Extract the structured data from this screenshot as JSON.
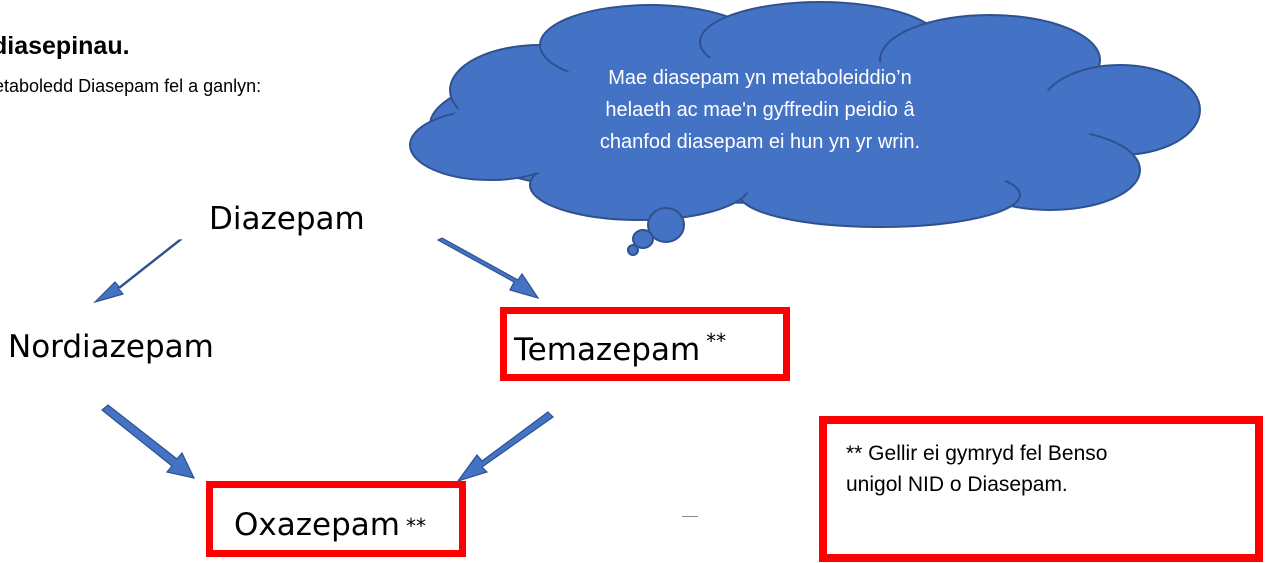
{
  "heading": "diasepinau.",
  "subtext": "etaboledd Diasepam fel a ganlyn:",
  "callout": {
    "lines": [
      "Mae diasepam yn metaboleiddio’n",
      "helaeth ac mae'n gyffredin peidio â",
      "chanfod diasepam ei hun yn yr wrin."
    ]
  },
  "nodes": {
    "diazepam": "Diazepam",
    "nordiazepam": "Nordiazepam",
    "temazepam": "Temazepam",
    "temazepam_mark": "**",
    "oxazepam": "Oxazepam",
    "oxazepam_mark": "**"
  },
  "note": {
    "lines": [
      "** Gellir ei gymryd fel Benso",
      "unigol NID o Diasepam."
    ]
  },
  "colors": {
    "arrow": "#4472c4",
    "cloud_fill": "#4472c4",
    "cloud_stroke": "#2f528f",
    "highlight_border": "#ff0000"
  }
}
